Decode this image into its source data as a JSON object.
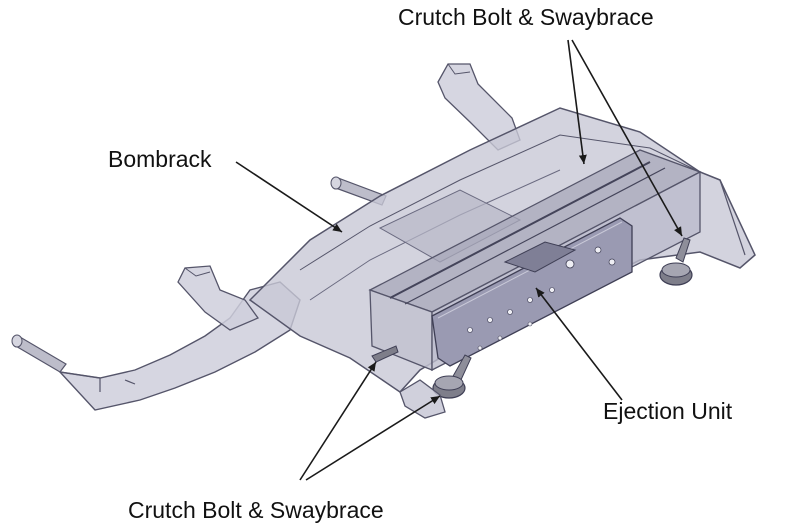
{
  "labels": {
    "crutch_top": "Crutch Bolt & Swaybrace",
    "bombrack": "Bombrack",
    "ejection_unit": "Ejection Unit",
    "crutch_bottom": "Crutch Bolt & Swaybrace"
  },
  "colors": {
    "body_fill": "#c8c8d6",
    "body_stroke": "#55556a",
    "inner_fill": "#b4b4c4",
    "ejection_fill": "#9a9ab2",
    "foot_fill": "#7e7e8a",
    "arrow": "#1a1a1a",
    "text": "#111111"
  }
}
